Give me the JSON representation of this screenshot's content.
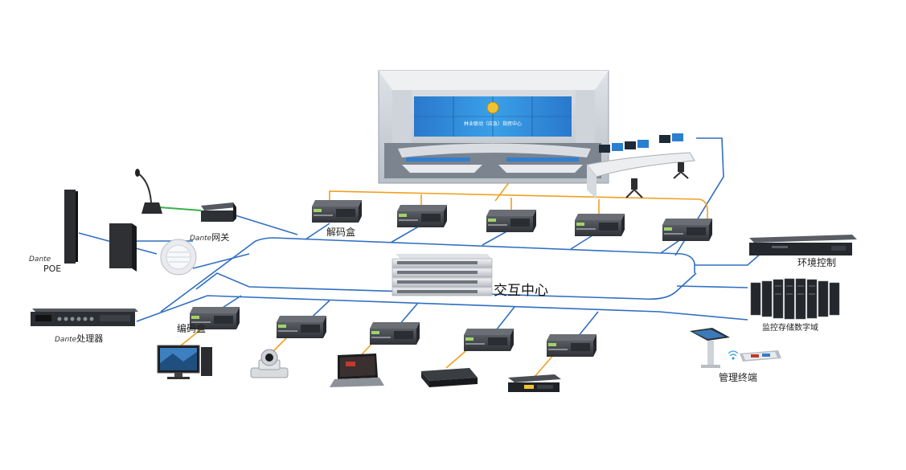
{
  "labels": {
    "decoder_box": "解码盒",
    "interaction_center": "交互中心",
    "env_control": "环境控制",
    "storage_domain": "监控存储数字域",
    "mgmt_terminal": "管理终端",
    "encoder_box": "编码盒",
    "dante_brand": "Dante",
    "dante_gateway": "网关",
    "dante_poe": "POE",
    "dante_processor": "处理器"
  },
  "video_wall": {
    "screen_text": "林业联动（应急）指挥中心"
  },
  "colors": {
    "network_line": "#2f6fc1",
    "video_line": "#f0a020",
    "audio_line": "#36b24a",
    "device_body": "#3a3d42",
    "wall_blue": "#2b7fd4"
  }
}
